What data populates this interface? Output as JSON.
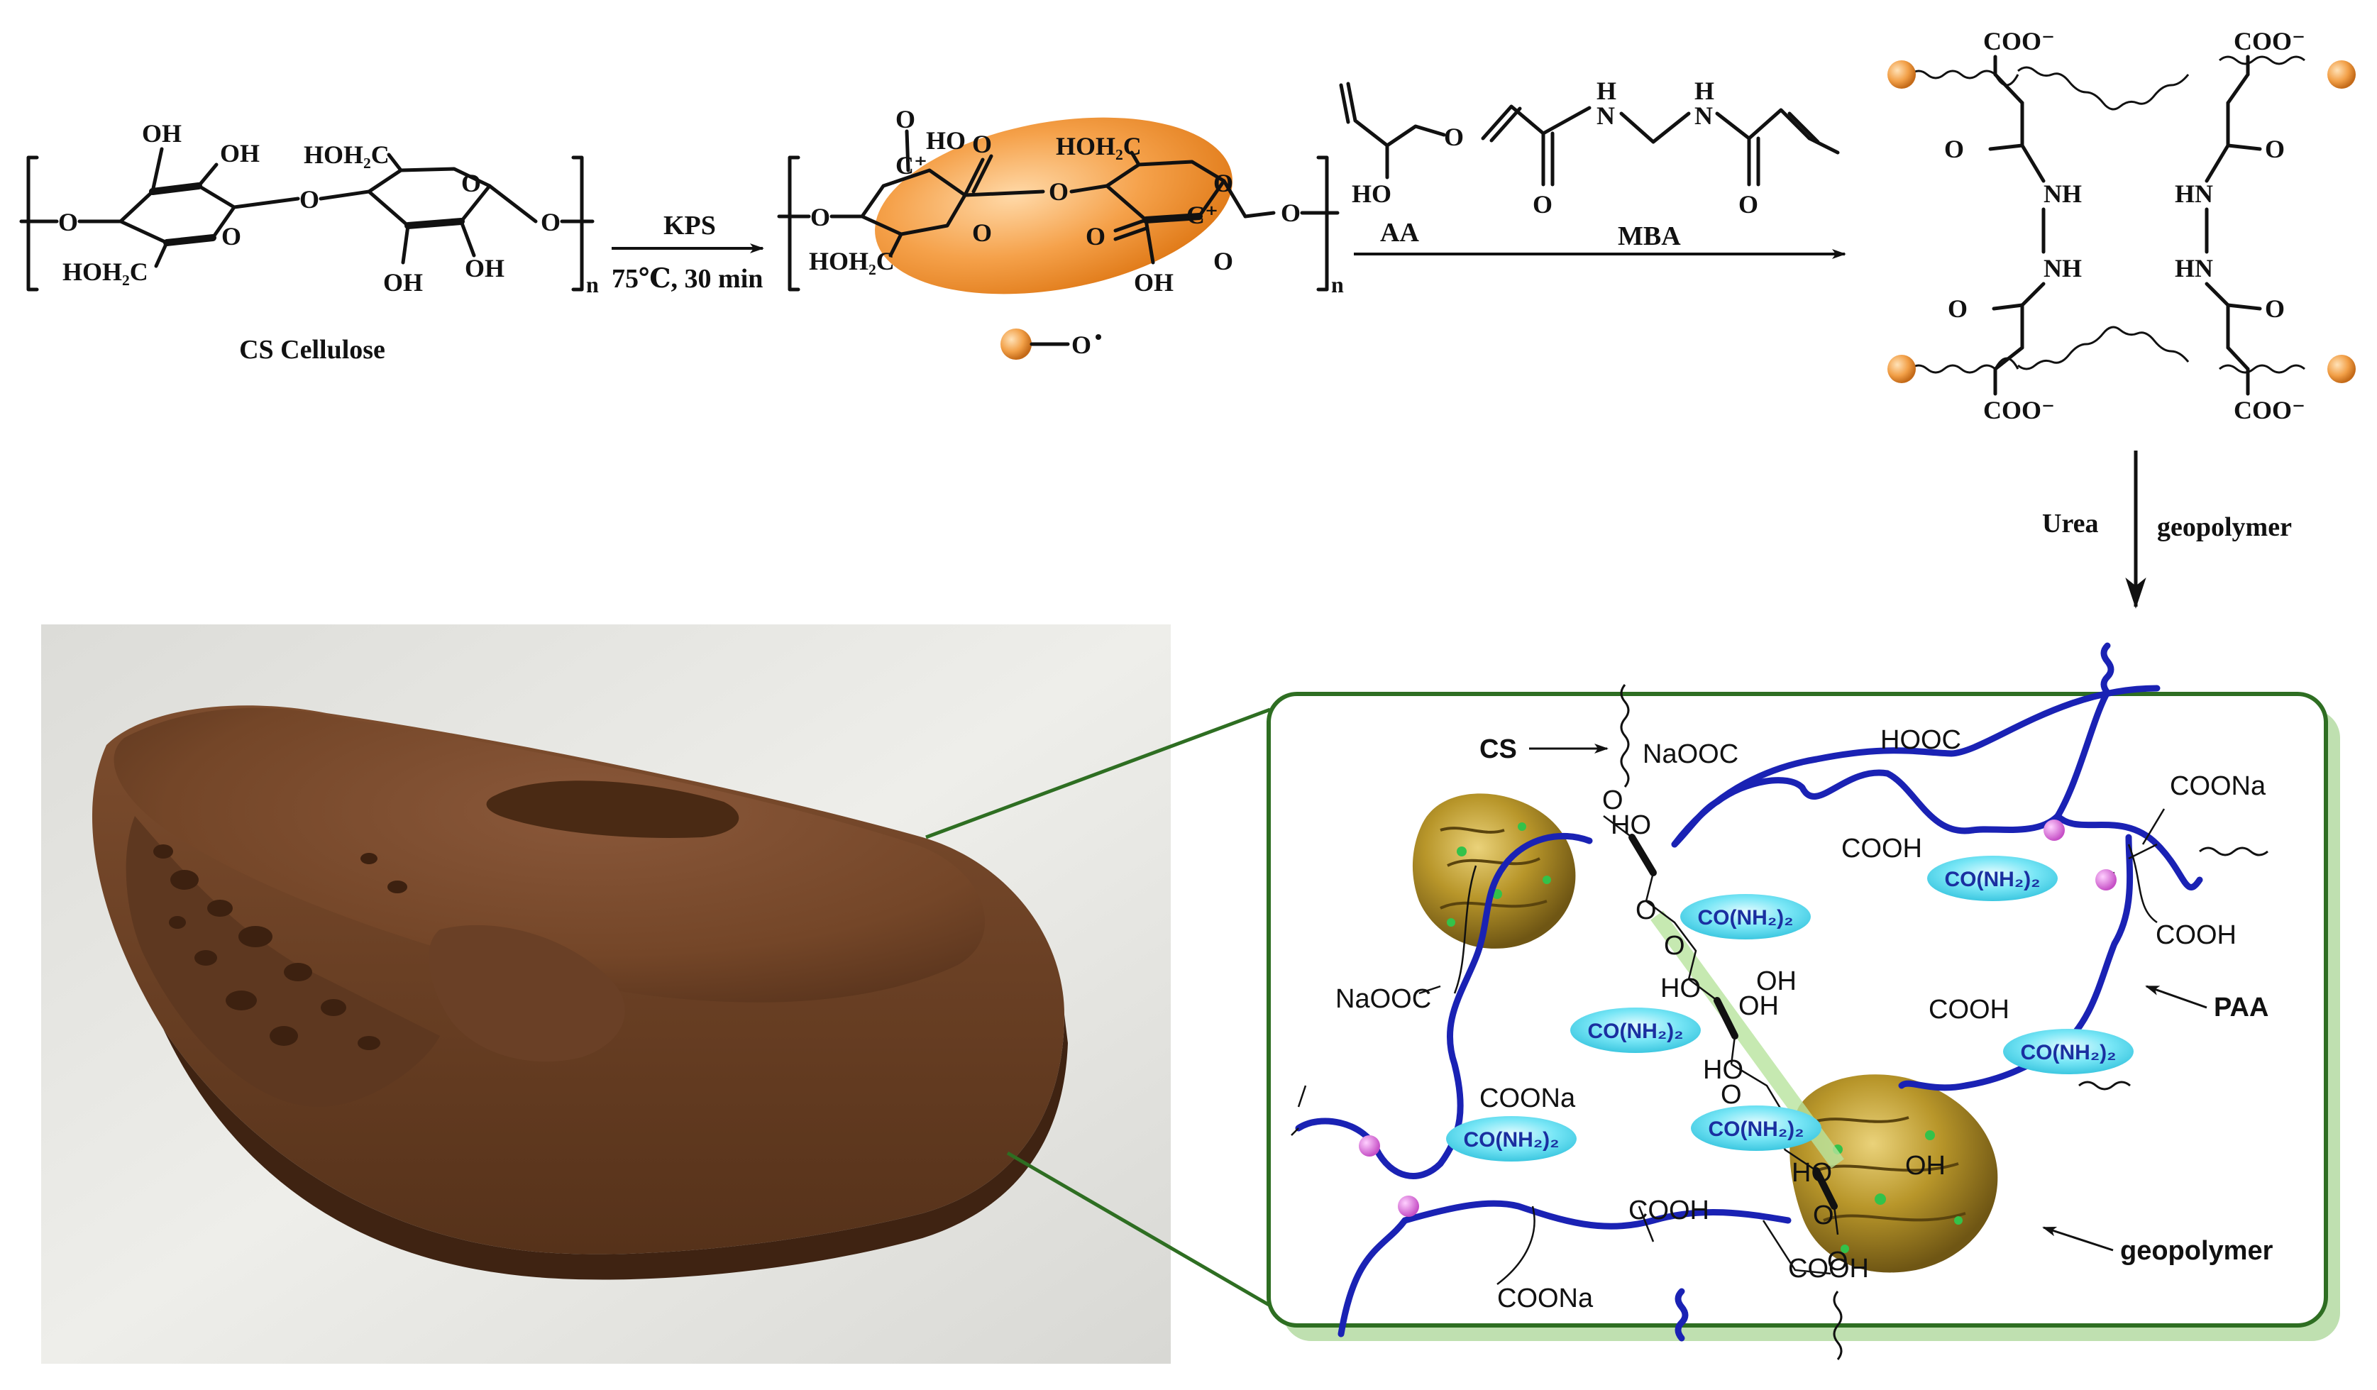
{
  "scheme": {
    "reactant_label": "CS Cellulose",
    "step1_reagent": "KPS",
    "step1_conditions": "75℃, 30 min",
    "radical_legend": "O",
    "step2_reagent_1": "AA",
    "step2_reagent_2": "MBA",
    "step3_reagent_1": "Urea",
    "step3_reagent_2": "geopolymer",
    "groups": {
      "oh": "OH",
      "hoh2c": "HOH₂C",
      "o": "O",
      "n": "n",
      "c_plus": "C⁺",
      "ho": "HO",
      "nh": "NH",
      "hn": "HN",
      "h": "H",
      "n_atom": "N",
      "coo": "COO⁻"
    }
  },
  "network": {
    "labels": {
      "cs": "CS",
      "paa": "PAA",
      "geopolymer": "geopolymer"
    },
    "groups": {
      "naooc": "NaOOC",
      "hooc": "HOOC",
      "cooh": "COOH",
      "coona": "COONa",
      "ho": "HO",
      "oh": "OH",
      "o": "O"
    },
    "urea_label": "CO(NH₂)₂"
  },
  "colors": {
    "paa_chain": "#1a22b4",
    "crosslink_node": "#e07ee0",
    "radical_sphere": "#f0a040",
    "urea_ellipse": "#5fe0f0",
    "geopolymer": "#b8962a",
    "frame_border": "#2e6e22",
    "frame_shadow": "#bfe0b0",
    "sample_brown": "#7a4a2c"
  }
}
